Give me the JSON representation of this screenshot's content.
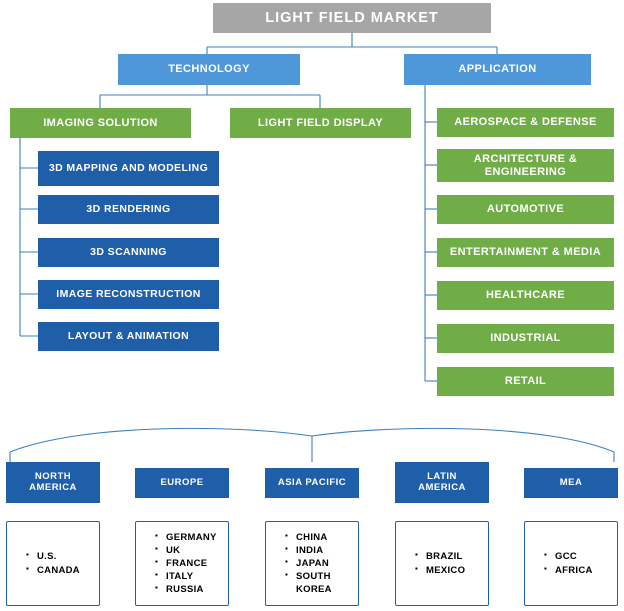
{
  "diagram": {
    "title": "LIGHT FIELD MARKET",
    "branches": [
      {
        "label": "TECHNOLOGY",
        "children": [
          {
            "label": "IMAGING SOLUTION",
            "children": [
              "3D MAPPING AND MODELING",
              "3D RENDERING",
              "3D SCANNING",
              "IMAGE RECONSTRUCTION",
              "LAYOUT & ANIMATION"
            ]
          },
          {
            "label": "LIGHT FIELD DISPLAY",
            "children": []
          }
        ]
      },
      {
        "label": "APPLICATION",
        "children": [
          {
            "label": "AEROSPACE & DEFENSE",
            "children": []
          },
          {
            "label": "ARCHITECTURE & ENGINEERING",
            "children": []
          },
          {
            "label": "AUTOMOTIVE",
            "children": []
          },
          {
            "label": "ENTERTAINMENT & MEDIA",
            "children": []
          },
          {
            "label": "HEALTHCARE",
            "children": []
          },
          {
            "label": "INDUSTRIAL",
            "children": []
          },
          {
            "label": "RETAIL",
            "children": []
          }
        ]
      }
    ],
    "regions": [
      {
        "label": "NORTH AMERICA",
        "countries": [
          "U.S.",
          "CANADA"
        ]
      },
      {
        "label": "EUROPE",
        "countries": [
          "GERMANY",
          "UK",
          "FRANCE",
          "ITALY",
          "RUSSIA"
        ]
      },
      {
        "label": "ASIA PACIFIC",
        "countries": [
          "CHINA",
          "INDIA",
          "JAPAN",
          "SOUTH KOREA"
        ]
      },
      {
        "label": "LATIN AMERICA",
        "countries": [
          "BRAZIL",
          "MEXICO"
        ]
      },
      {
        "label": "MEA",
        "countries": [
          "GCC",
          "AFRICA"
        ]
      }
    ],
    "colors": {
      "root": "#a6a6a6",
      "level1": "#4e97d9",
      "level2": "#70ad47",
      "level3": "#1f5fa9",
      "connector": "#3f7fbf"
    }
  }
}
